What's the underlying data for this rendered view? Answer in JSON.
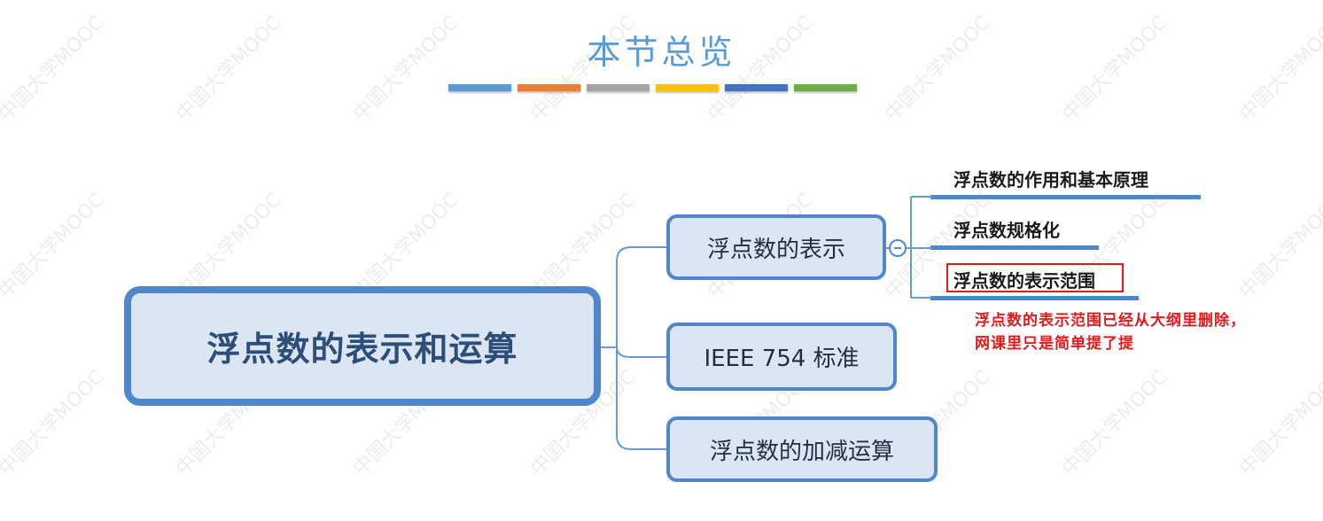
{
  "header": {
    "title": "本节总览",
    "color_bars": [
      "#5B9BD5",
      "#ED7D31",
      "#A5A5A5",
      "#FFC000",
      "#4472C4",
      "#70AD47"
    ]
  },
  "watermark": {
    "text": "中国大学MOOC"
  },
  "mindmap": {
    "root": {
      "label": "浮点数的表示和运算"
    },
    "children": [
      {
        "label": "浮点数的表示",
        "collapse_icon": "minus-circle-icon",
        "leaves": [
          {
            "label": "浮点数的作用和基本原理"
          },
          {
            "label": "浮点数规格化"
          },
          {
            "label": "浮点数的表示范围",
            "highlighted": true
          }
        ]
      },
      {
        "label": "IEEE 754 标准"
      },
      {
        "label": "浮点数的加减运算"
      }
    ]
  },
  "annotation": {
    "line1": "浮点数的表示范围已经从大纲里删除，",
    "line2": "网课里只是简单提了提",
    "color": "#E31A1C"
  },
  "colors": {
    "node_border": "#4F86CC",
    "node_fill": "#DCE6F2",
    "title": "#5B9BD5"
  }
}
